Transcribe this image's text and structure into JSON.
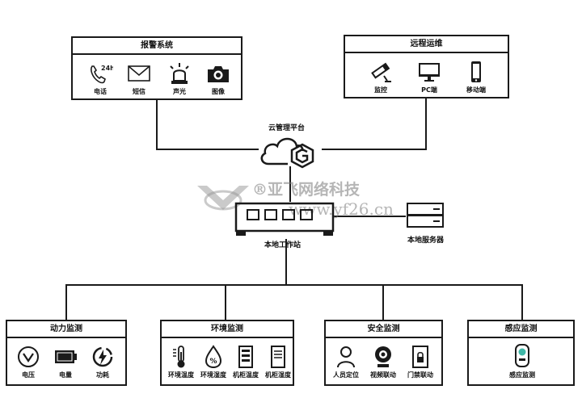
{
  "alarm": {
    "title": "报警系统",
    "items": [
      {
        "label": "电话",
        "icon": "phone-24h-icon",
        "badge": "24h"
      },
      {
        "label": "短信",
        "icon": "envelope-icon"
      },
      {
        "label": "声光",
        "icon": "siren-icon"
      },
      {
        "label": "图像",
        "icon": "camera-icon"
      }
    ]
  },
  "remote": {
    "title": "远程运维",
    "items": [
      {
        "label": "监控",
        "icon": "cctv-camera-icon"
      },
      {
        "label": "PC端",
        "icon": "monitor-icon"
      },
      {
        "label": "移动端",
        "icon": "mobile-phone-icon"
      }
    ]
  },
  "cloud": {
    "label": "云管理平台",
    "icon": "cloud-hexagon-icon"
  },
  "workstation": {
    "label": "本地工作站",
    "icon": "network-switch-icon"
  },
  "server": {
    "label": "本地服务器",
    "icon": "server-icon"
  },
  "watermark": {
    "brand": "®亚飞网络科技",
    "url": "www.yf26.cn"
  },
  "bottom_boxes": [
    {
      "title": "动力监测",
      "items": [
        {
          "label": "电压",
          "icon": "voltage-icon"
        },
        {
          "label": "电量",
          "icon": "battery-icon"
        },
        {
          "label": "功耗",
          "icon": "power-consumption-icon"
        }
      ]
    },
    {
      "title": "环境监测",
      "items": [
        {
          "label": "环境温度",
          "icon": "thermometer-icon"
        },
        {
          "label": "环境湿度",
          "icon": "humidity-drop-icon"
        },
        {
          "label": "机柜温度",
          "icon": "cabinet-icon"
        },
        {
          "label": "机柜湿度",
          "icon": "cabinet-icon"
        }
      ]
    },
    {
      "title": "安全监测",
      "items": [
        {
          "label": "人员定位",
          "icon": "person-icon"
        },
        {
          "label": "视频联动",
          "icon": "webcam-icon"
        },
        {
          "label": "门禁联动",
          "icon": "door-lock-icon"
        }
      ]
    },
    {
      "title": "感应监测",
      "items": [
        {
          "label": "感应监测",
          "icon": "sensor-icon"
        }
      ]
    }
  ]
}
